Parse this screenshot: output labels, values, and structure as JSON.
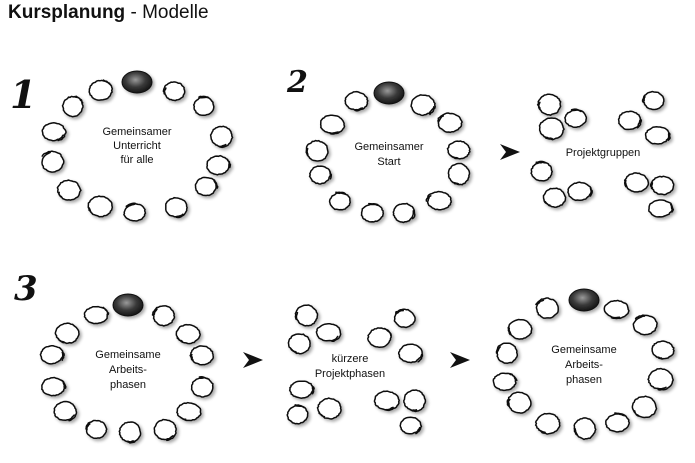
{
  "title": {
    "main": "Kursplanung",
    "separator": " - ",
    "sub": "Modelle"
  },
  "models": [
    {
      "number": "1",
      "stages": [
        {
          "label_lines": [
            "Gemeinsamer",
            "Unterricht",
            "für alle"
          ]
        }
      ]
    },
    {
      "number": "2",
      "stages": [
        {
          "label_lines": [
            "Gemeinsamer",
            "Start"
          ]
        },
        {
          "label_lines": [
            "Projektgruppen"
          ]
        }
      ]
    },
    {
      "number": "3",
      "stages": [
        {
          "label_lines": [
            "Gemeinsame",
            "Arbeits-",
            "phasen"
          ]
        },
        {
          "label_lines": [
            "kürzere",
            "Projektphasen"
          ]
        },
        {
          "label_lines": [
            "Gemeinsame",
            "Arbeits-",
            "phasen"
          ]
        }
      ]
    }
  ],
  "arrow_icon": "arrowhead-right-icon",
  "student_icon": "hand-drawn-circle-icon",
  "teacher_icon": "dark-sphere-icon",
  "colors": {
    "ink": "#111111",
    "teacher_dark": "#2a2a2a",
    "teacher_light": "#9a9a9a"
  }
}
